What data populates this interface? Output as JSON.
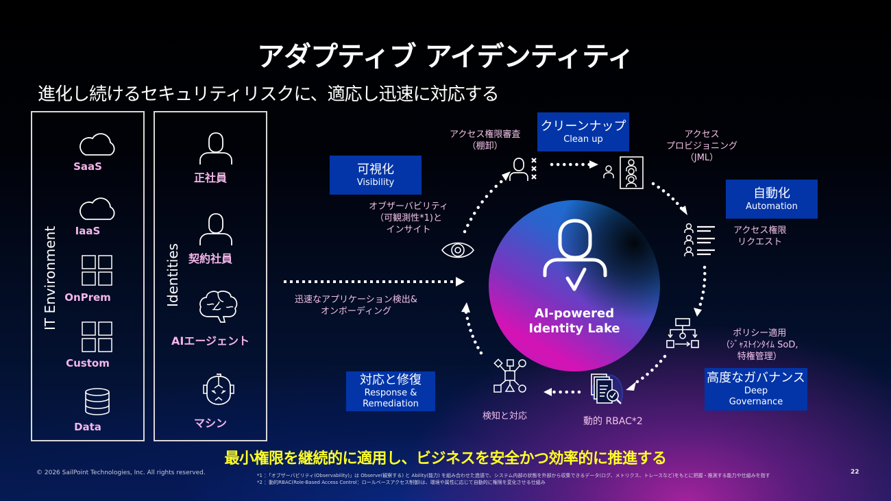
{
  "slide": {
    "title": "アダプティブ アイデンティティ",
    "subtitle": "進化し続けるセキュリティリスクに、適応し迅速に対応する",
    "slogan": "最小権限を継続的に適用し、ビジネスを安全かつ効率的に推進する",
    "copyright": "© 2026 SailPoint Technologies, Inc. All rights reserved.",
    "page_number": "22"
  },
  "it_environment": {
    "label": "IT Environment",
    "items": [
      {
        "label": "SaaS",
        "icon": "cloud-icon"
      },
      {
        "label": "IaaS",
        "icon": "cloud-icon"
      },
      {
        "label": "OnPrem",
        "icon": "grid-icon"
      },
      {
        "label": "Custom",
        "icon": "grid-icon"
      },
      {
        "label": "Data",
        "icon": "database-icon"
      }
    ]
  },
  "identities": {
    "label": "Identities",
    "items": [
      {
        "label": "正社員",
        "icon": "person-icon"
      },
      {
        "label": "契約社員",
        "icon": "person-icon"
      },
      {
        "label": "AIエージェント",
        "icon": "brain-icon"
      },
      {
        "label": "マシン",
        "icon": "robot-icon"
      }
    ]
  },
  "onboarding": {
    "label_line1": "迅速なアプリケーション検出&",
    "label_line2": "オンボーディング"
  },
  "hub": {
    "label_line1": "AI-powered",
    "label_line2": "Identity Lake"
  },
  "categories": {
    "visibility": {
      "jp": "可視化",
      "en": "Visibility"
    },
    "cleanup": {
      "jp": "クリーンナップ",
      "en": "Clean up"
    },
    "automation": {
      "jp": "自動化",
      "en": "Automation"
    },
    "governance": {
      "jp": "高度なガバナンス",
      "en_line1": "Deep",
      "en_line2": "Governance"
    },
    "response": {
      "jp": "対応と修復",
      "en_line1": "Response &",
      "en_line2": "Remediation"
    }
  },
  "cycle": {
    "observability": {
      "line1": "オブザーバビリティ",
      "line2": "（可観測性*1)と",
      "line3": "インサイト"
    },
    "access_review": {
      "line1": "アクセス権限審査",
      "line2": "（棚卸）"
    },
    "provisioning": {
      "line1": "アクセス",
      "line2": "プロビジョニング",
      "line3": "（JML）"
    },
    "access_request": {
      "line1": "アクセス権限",
      "line2": "リクエスト"
    },
    "policy": {
      "line1": "ポリシー適用",
      "line2": "（ｼﾞｬｽﾄｲﾝﾀｲﾑ SoD,",
      "line3": "特権管理）"
    },
    "rbac": {
      "label": "動的 RBAC*2"
    },
    "detection": {
      "label": "検知と対応"
    }
  },
  "footnotes": {
    "note1": "*1 ：「オブザーバビリティ(Observability)」は Observe(観察する) と Ability(能力) を組み合わせた造語で、システム内部の状態を外部から収集できるデータ(ログ、メトリクス、トレースなど)をもとに把握・推測する能力や仕組みを指す",
    "note2": "*2 ：動的RBAC(Role-Based Access Control：ロールベースアクセス制御)は、環境や属性に応じて自動的に権限を変化させる仕組み"
  },
  "colors": {
    "pink_label": "#f4b6ea",
    "category_box": "#0335a8",
    "slogan": "#ffff26"
  }
}
